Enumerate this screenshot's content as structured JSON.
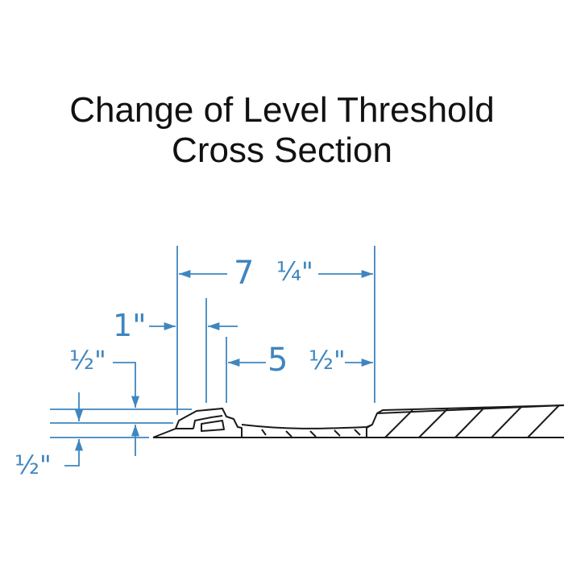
{
  "title": {
    "line1": "Change of Level Threshold",
    "line2": "Cross Section"
  },
  "dimensions": {
    "overall_width": {
      "whole": "7",
      "fraction": "¼\""
    },
    "ramp_width": {
      "whole": "5",
      "fraction": "½\""
    },
    "lip_width": "1\"",
    "top_rise": "½\"",
    "bottom_rise": "½\""
  },
  "colors": {
    "dimension": "#3e86c0",
    "outline": "#1a1a1a",
    "title": "#111111"
  }
}
